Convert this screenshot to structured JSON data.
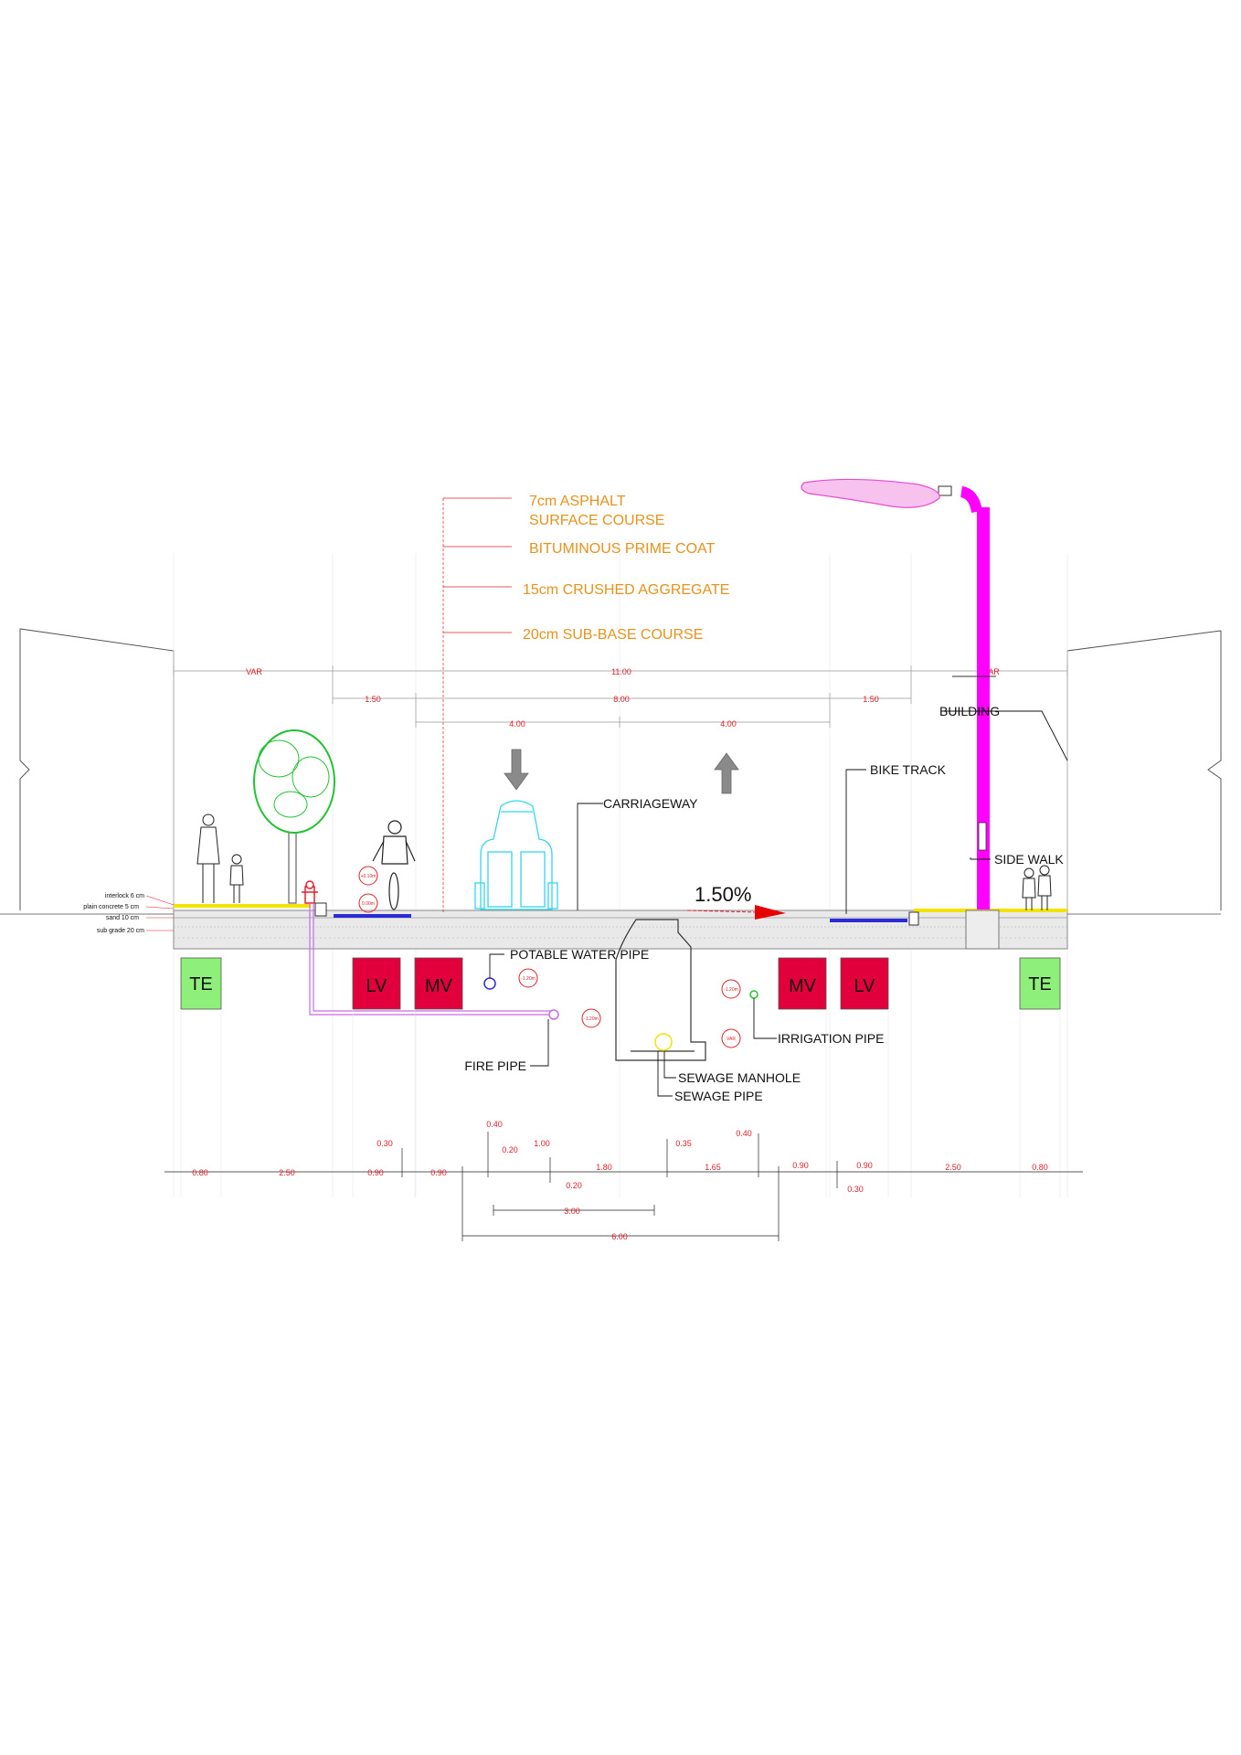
{
  "pavement_layers": [
    "7cm ASPHALT",
    "SURFACE COURSE",
    "BITUMINOUS PRIME COAT",
    "15cm CRUSHED AGGREGATE",
    "20cm SUB-BASE COURSE"
  ],
  "sidewalk_layers": [
    "interlock 6 cm",
    "plain concrete 5 cm",
    "sand 10 cm",
    "sub grade 20 cm"
  ],
  "top_dims": {
    "var_left": "VAR",
    "total": "11.00",
    "var_right": "VAR",
    "bike_left": "1.50",
    "carriage_total": "8.00",
    "bike_right": "1.50",
    "lane_left": "4.00",
    "lane_right": "4.00"
  },
  "labels": {
    "building": "BUILDING",
    "bike_track": "BIKE TRACK",
    "carriageway": "CARRIAGEWAY",
    "side_walk": "SIDE WALK",
    "potable_water_pipe": "POTABLE WATER PIPE",
    "fire_pipe": "FIRE PIPE",
    "irrigation_pipe": "IRRIGATION PIPE",
    "sewage_manhole": "SEWAGE MANHOLE",
    "sewage_pipe": "SEWAGE PIPE"
  },
  "slope": "1.50%",
  "utility_boxes": {
    "te_left": "TE",
    "lv_left": "LV",
    "mv_left": "MV",
    "mv_right": "MV",
    "lv_right": "LV",
    "te_right": "TE"
  },
  "level_tags": [
    "+0.10m",
    "0.00m",
    "-1.20m",
    "-1.20m",
    "-1.20m",
    "VAR"
  ],
  "bottom_dims": {
    "d1": "0.80",
    "d2": "2.50",
    "d3": "0.90",
    "d4": "0.90",
    "d5": "1.80",
    "d6": "1.65",
    "d7": "0.90",
    "d8": "0.90",
    "d9": "2.50",
    "d10": "0.80",
    "u1": "0.30",
    "u2": "0.40",
    "u3": "0.20",
    "u4": "1.00",
    "u5": "0.20",
    "u6": "0.35",
    "u7": "0.40",
    "u8": "0.30",
    "span1": "3.00",
    "span2": "6.00"
  },
  "colors": {
    "lamp": "#ff00ff",
    "red_box": "#e2003c",
    "green_box": "#8ef07a",
    "layer_text": "#e8921c",
    "dimension": "#e0202a",
    "tree": "#22c233",
    "car": "#33d6f0",
    "bike_lane": "#2b2bd8",
    "curb_yellow": "#f4e300",
    "arrow_grey": "#8a8a8a"
  },
  "icons": [
    "person-with-child-icon",
    "tree-icon",
    "cyclist-icon",
    "car-icon",
    "street-lamp-icon",
    "pedestrians-icon",
    "fire-hydrant-icon"
  ]
}
